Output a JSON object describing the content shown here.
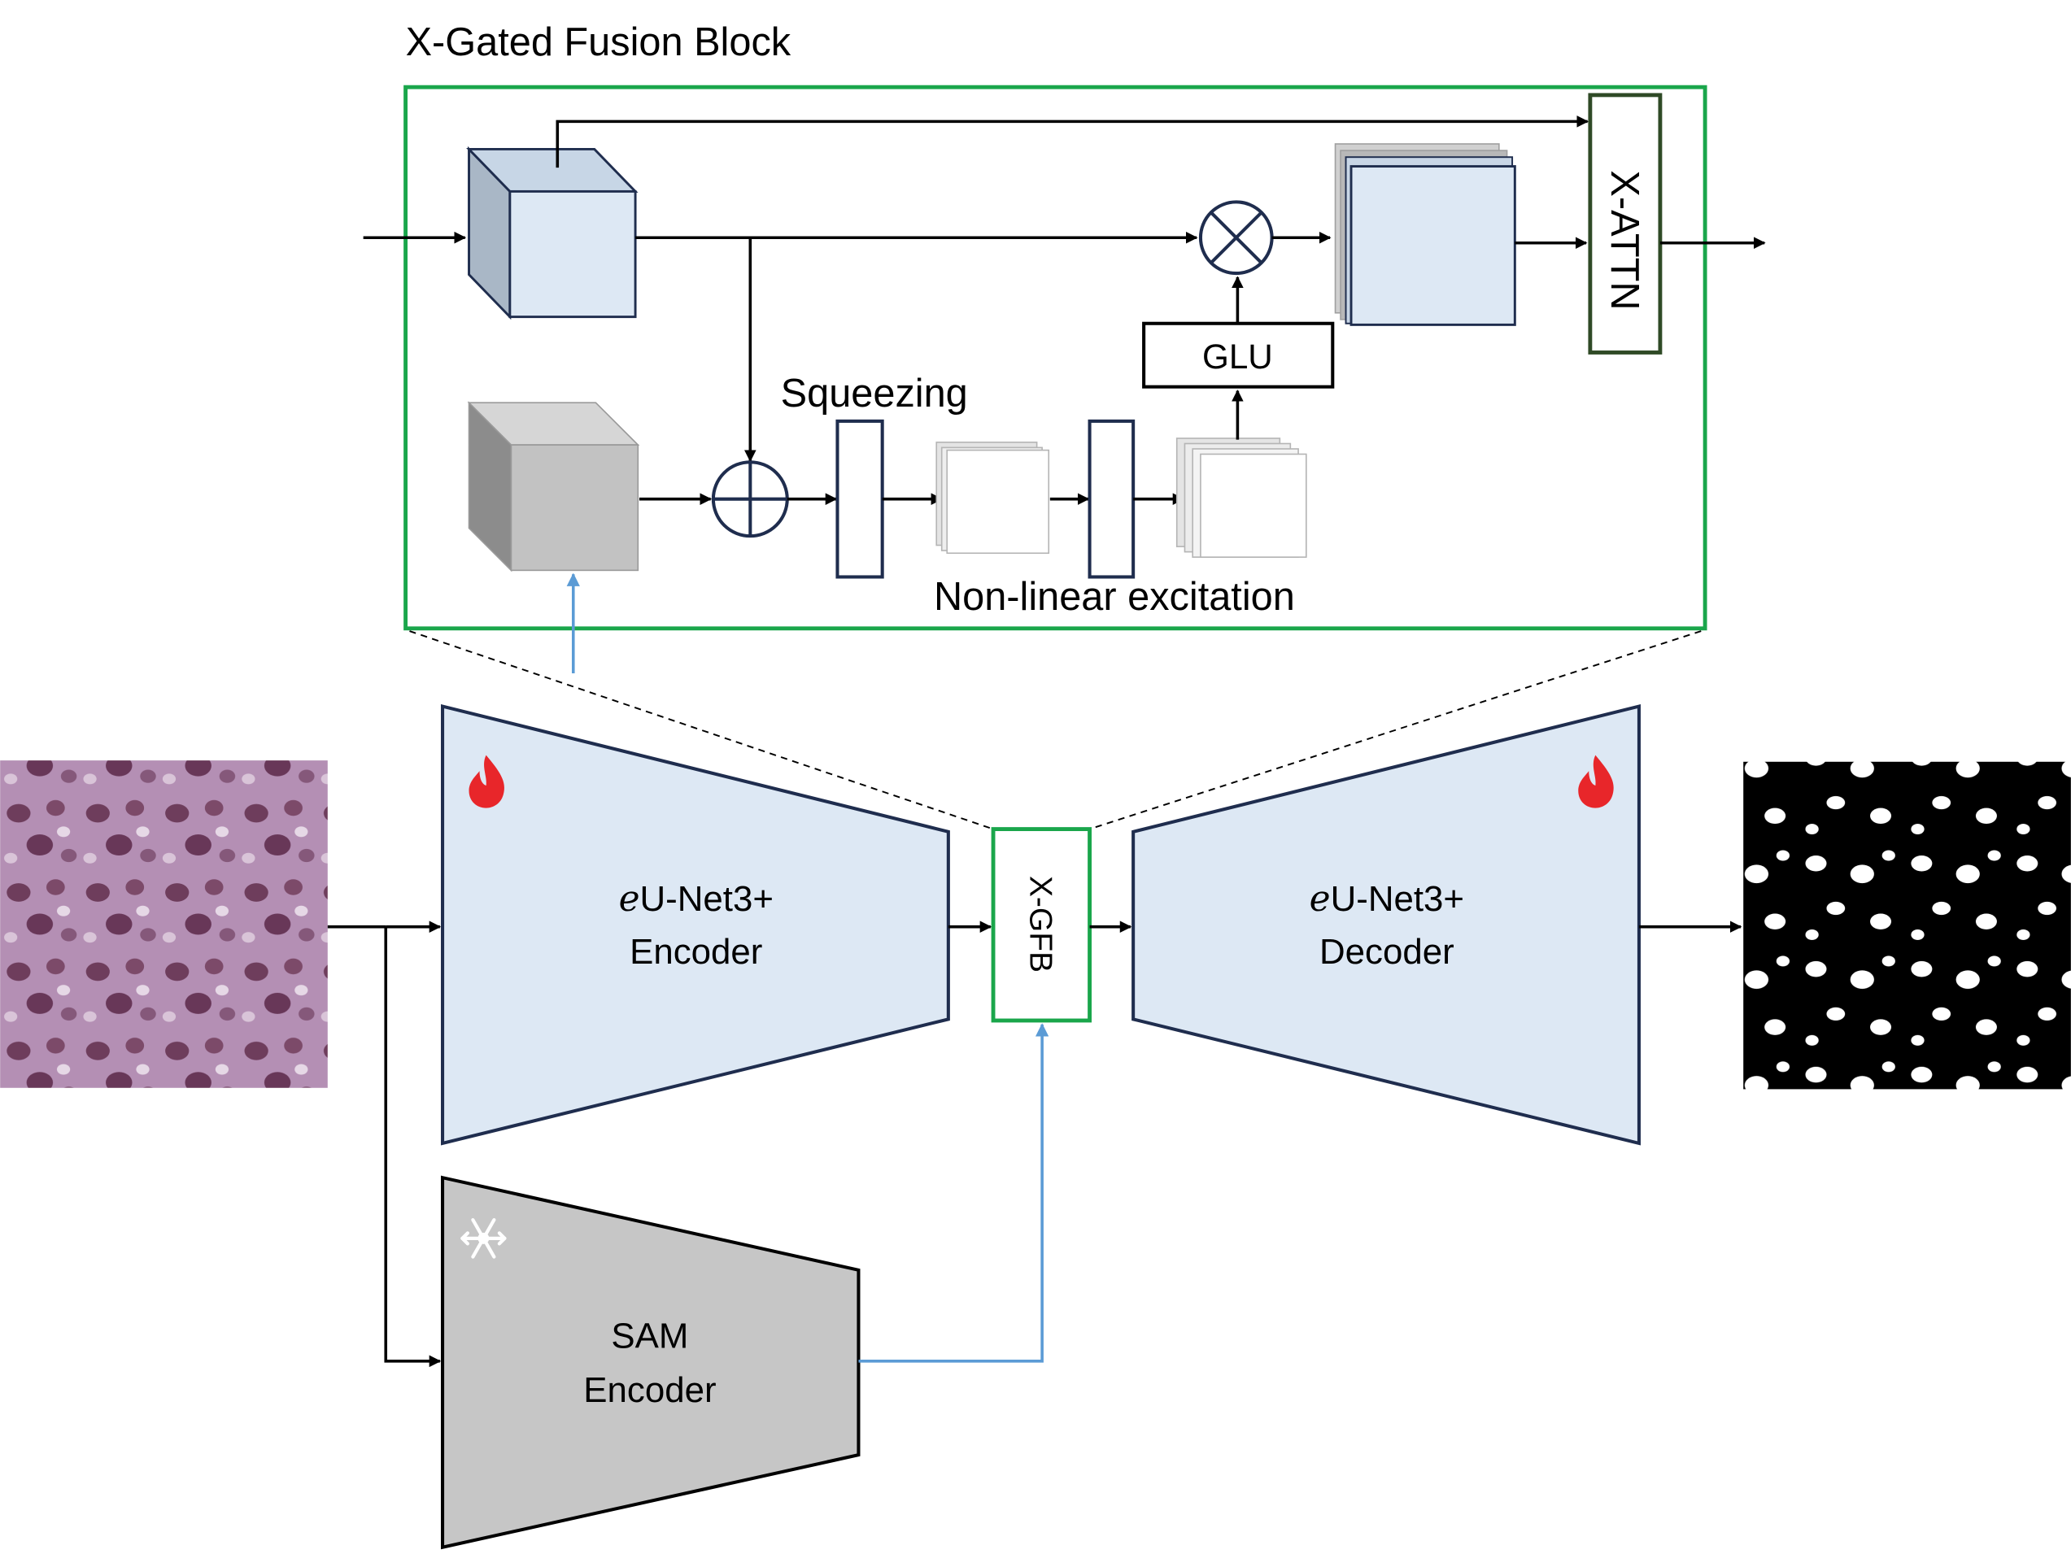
{
  "block_title": "X-Gated Fusion Block",
  "labels": {
    "squeezing": "Squeezing",
    "excitation": "Non-linear excitation",
    "glu": "GLU",
    "xattn": "X-ATTN",
    "xgfb": "X-GFB"
  },
  "encoder": {
    "prefix": "e",
    "line1": "U-Net3+",
    "line2": "Encoder"
  },
  "decoder": {
    "prefix": "e",
    "line1": "U-Net3+",
    "line2": "Decoder"
  },
  "sam": {
    "line1": "SAM",
    "line2": "Encoder"
  },
  "colors": {
    "block_border": "#1aa64b",
    "blue_fill": "#dde8f4",
    "gray_fill": "#c6c6c6",
    "blue_arrow": "#5b9bd5",
    "navy": "#1f2d4e",
    "flame": "#e8262a",
    "xattn_border": "#2f4a26"
  },
  "icons": [
    "flame-icon",
    "snowflake-icon",
    "multiply-operator-icon",
    "add-operator-icon"
  ]
}
